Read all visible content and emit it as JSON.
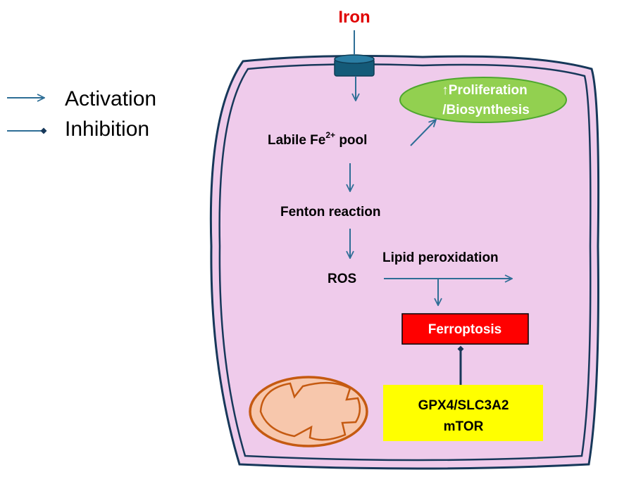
{
  "legend": {
    "activation": "Activation",
    "inhibition": "Inhibition"
  },
  "labels": {
    "iron": "Iron",
    "labile_prefix": "Labile Fe",
    "labile_sup": "2+",
    "labile_suffix": " pool",
    "proliferation_line1": "↑Proliferation",
    "proliferation_line2": "/Biosynthesis",
    "fenton": "Fenton reaction",
    "ros": "ROS",
    "lipid": "Lipid peroxidation",
    "ferroptosis": "Ferroptosis",
    "regulators_line1": "GPX4/SLC3A2",
    "regulators_line2": "mTOR"
  },
  "colors": {
    "cell_fill": "#EFCBEB",
    "cell_stroke": "#17385A",
    "arrow": "#2E6E96",
    "iron_text": "#E00000",
    "ellipse_fill": "#92D050",
    "ellipse_stroke": "#4EA72E",
    "ellipse_text": "#FFFFFF",
    "ferroptosis_fill": "#FF0000",
    "ferroptosis_text": "#FFFFFF",
    "regulator_fill": "#FFFF00",
    "mito_fill": "#F7C7AC",
    "mito_stroke": "#C55A11",
    "channel_fill": "#145A78"
  }
}
